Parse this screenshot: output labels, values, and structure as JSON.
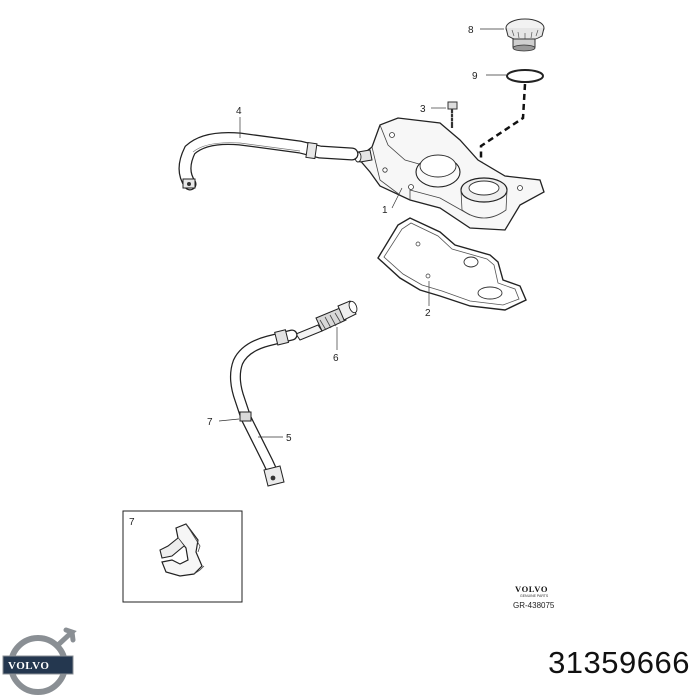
{
  "callouts": {
    "c1": "1",
    "c2": "2",
    "c3": "3",
    "c4": "4",
    "c5": "5",
    "c6": "6",
    "c7": "7",
    "c8": "8",
    "c9": "9",
    "inset": "7"
  },
  "reference": {
    "brand": "VOLVO",
    "subtitle": "GENUINE PARTS",
    "code": "GR-438075"
  },
  "logo": {
    "word": "VOLVO"
  },
  "part_number": "31359666"
}
